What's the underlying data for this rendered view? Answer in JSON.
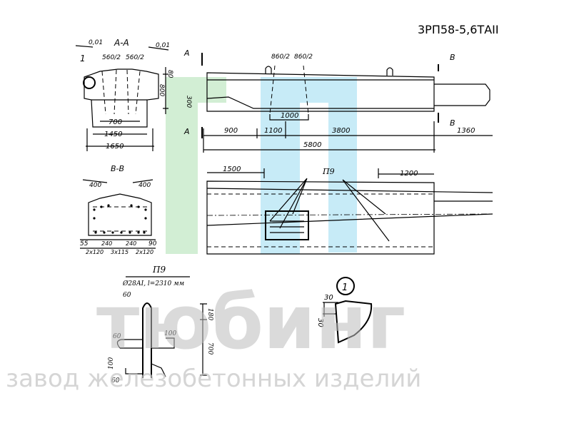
{
  "title": "3РП58-5,6ТАII",
  "watermark": {
    "brand": "тюбинг",
    "subtitle": "завод железобетонных изделий",
    "green": "#9bd9a0",
    "blue": "#8fd8f0"
  },
  "section_aa": {
    "label": "А-А",
    "dims": [
      "0,01",
      "0,01",
      "560/2",
      "560/2",
      "80",
      "800",
      "700",
      "1450",
      "1650"
    ],
    "callout": "1"
  },
  "elevation": {
    "dims": [
      "860/2",
      "860/2",
      "300",
      "1000",
      "900",
      "1100",
      "3800",
      "5800",
      "1360"
    ],
    "markers": [
      "А",
      "А",
      "В",
      "В"
    ]
  },
  "plan": {
    "dims": [
      "1500",
      "1200"
    ],
    "label": "П9"
  },
  "section_bb": {
    "label": "В-В",
    "dims": [
      "400",
      "400",
      "55",
      "240",
      "240",
      "90",
      "2x120",
      "3x115",
      "2x120"
    ]
  },
  "detail_p9": {
    "label": "П9",
    "spec": "Ø28АI, l=2310 мм",
    "dims": [
      "60",
      "180",
      "60",
      "100",
      "700",
      "100",
      "60"
    ]
  },
  "detail_1": {
    "callout": "1",
    "dims": [
      "30",
      "30"
    ]
  }
}
